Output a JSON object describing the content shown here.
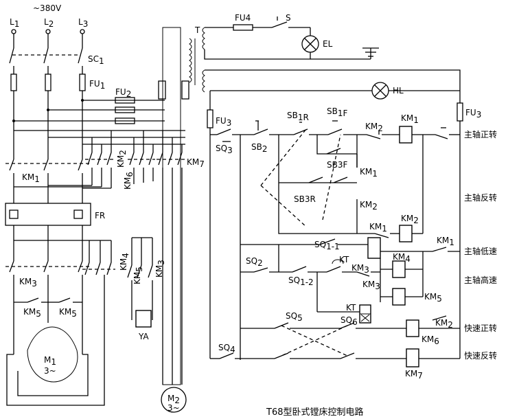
{
  "title": "T68型卧式镗床控制电路",
  "supply": {
    "voltage": "~380V",
    "phases": [
      "L1",
      "L2",
      "L3"
    ]
  },
  "power_labels": {
    "switch": "SC1",
    "fuse_main": "FU1",
    "fuse_ctrl": "FU2",
    "transformer": "T",
    "km1": "KM1",
    "km2": "KM2",
    "km6": "KM6",
    "km7": "KM7",
    "fr": "FR",
    "km3": "KM3",
    "km4": "KM4",
    "km5_a": "KM5",
    "km5_b": "KM5",
    "km5_c": "KM5",
    "ya": "YA",
    "m1": "M1",
    "m1_type": "3~",
    "m2": "M2",
    "m2_type": "3~"
  },
  "lamp_circuit": {
    "fuse": "FU4",
    "switch": "S",
    "lamp": "EL",
    "indicator": "HL"
  },
  "control_labels": {
    "fu3_left": "FU3",
    "fu3_right": "FU3",
    "sq3": "SQ3",
    "sb2": "SB2",
    "sb1r": "SB1R",
    "sb1f": "SB1F",
    "km2_nc": "KM2",
    "km1_coil": "KM1",
    "sb3f": "SB3F",
    "km1_hold": "KM1",
    "sb3r": "SB3R",
    "km2_hold": "KM2",
    "km1_nc": "KM1",
    "km2_coil": "KM2",
    "sq11": "SQ1-1",
    "km1_nc2": "KM1",
    "kt": "KT",
    "sq2": "SQ2",
    "sq12": "SQ1-2",
    "km3_a": "KM3",
    "km4_coil": "KM4",
    "km3_b": "KM3",
    "km5_coil": "KM5",
    "kt_coil": "KT",
    "sq5": "SQ5",
    "sq6": "SQ6",
    "km2_nc2": "KM2",
    "km6_coil": "KM6",
    "sq4": "SQ4",
    "km7_coil": "KM7"
  },
  "functions": [
    "主轴正转",
    "主轴反转",
    "主轴低速",
    "主轴高速",
    "快速正转",
    "快速反转"
  ]
}
